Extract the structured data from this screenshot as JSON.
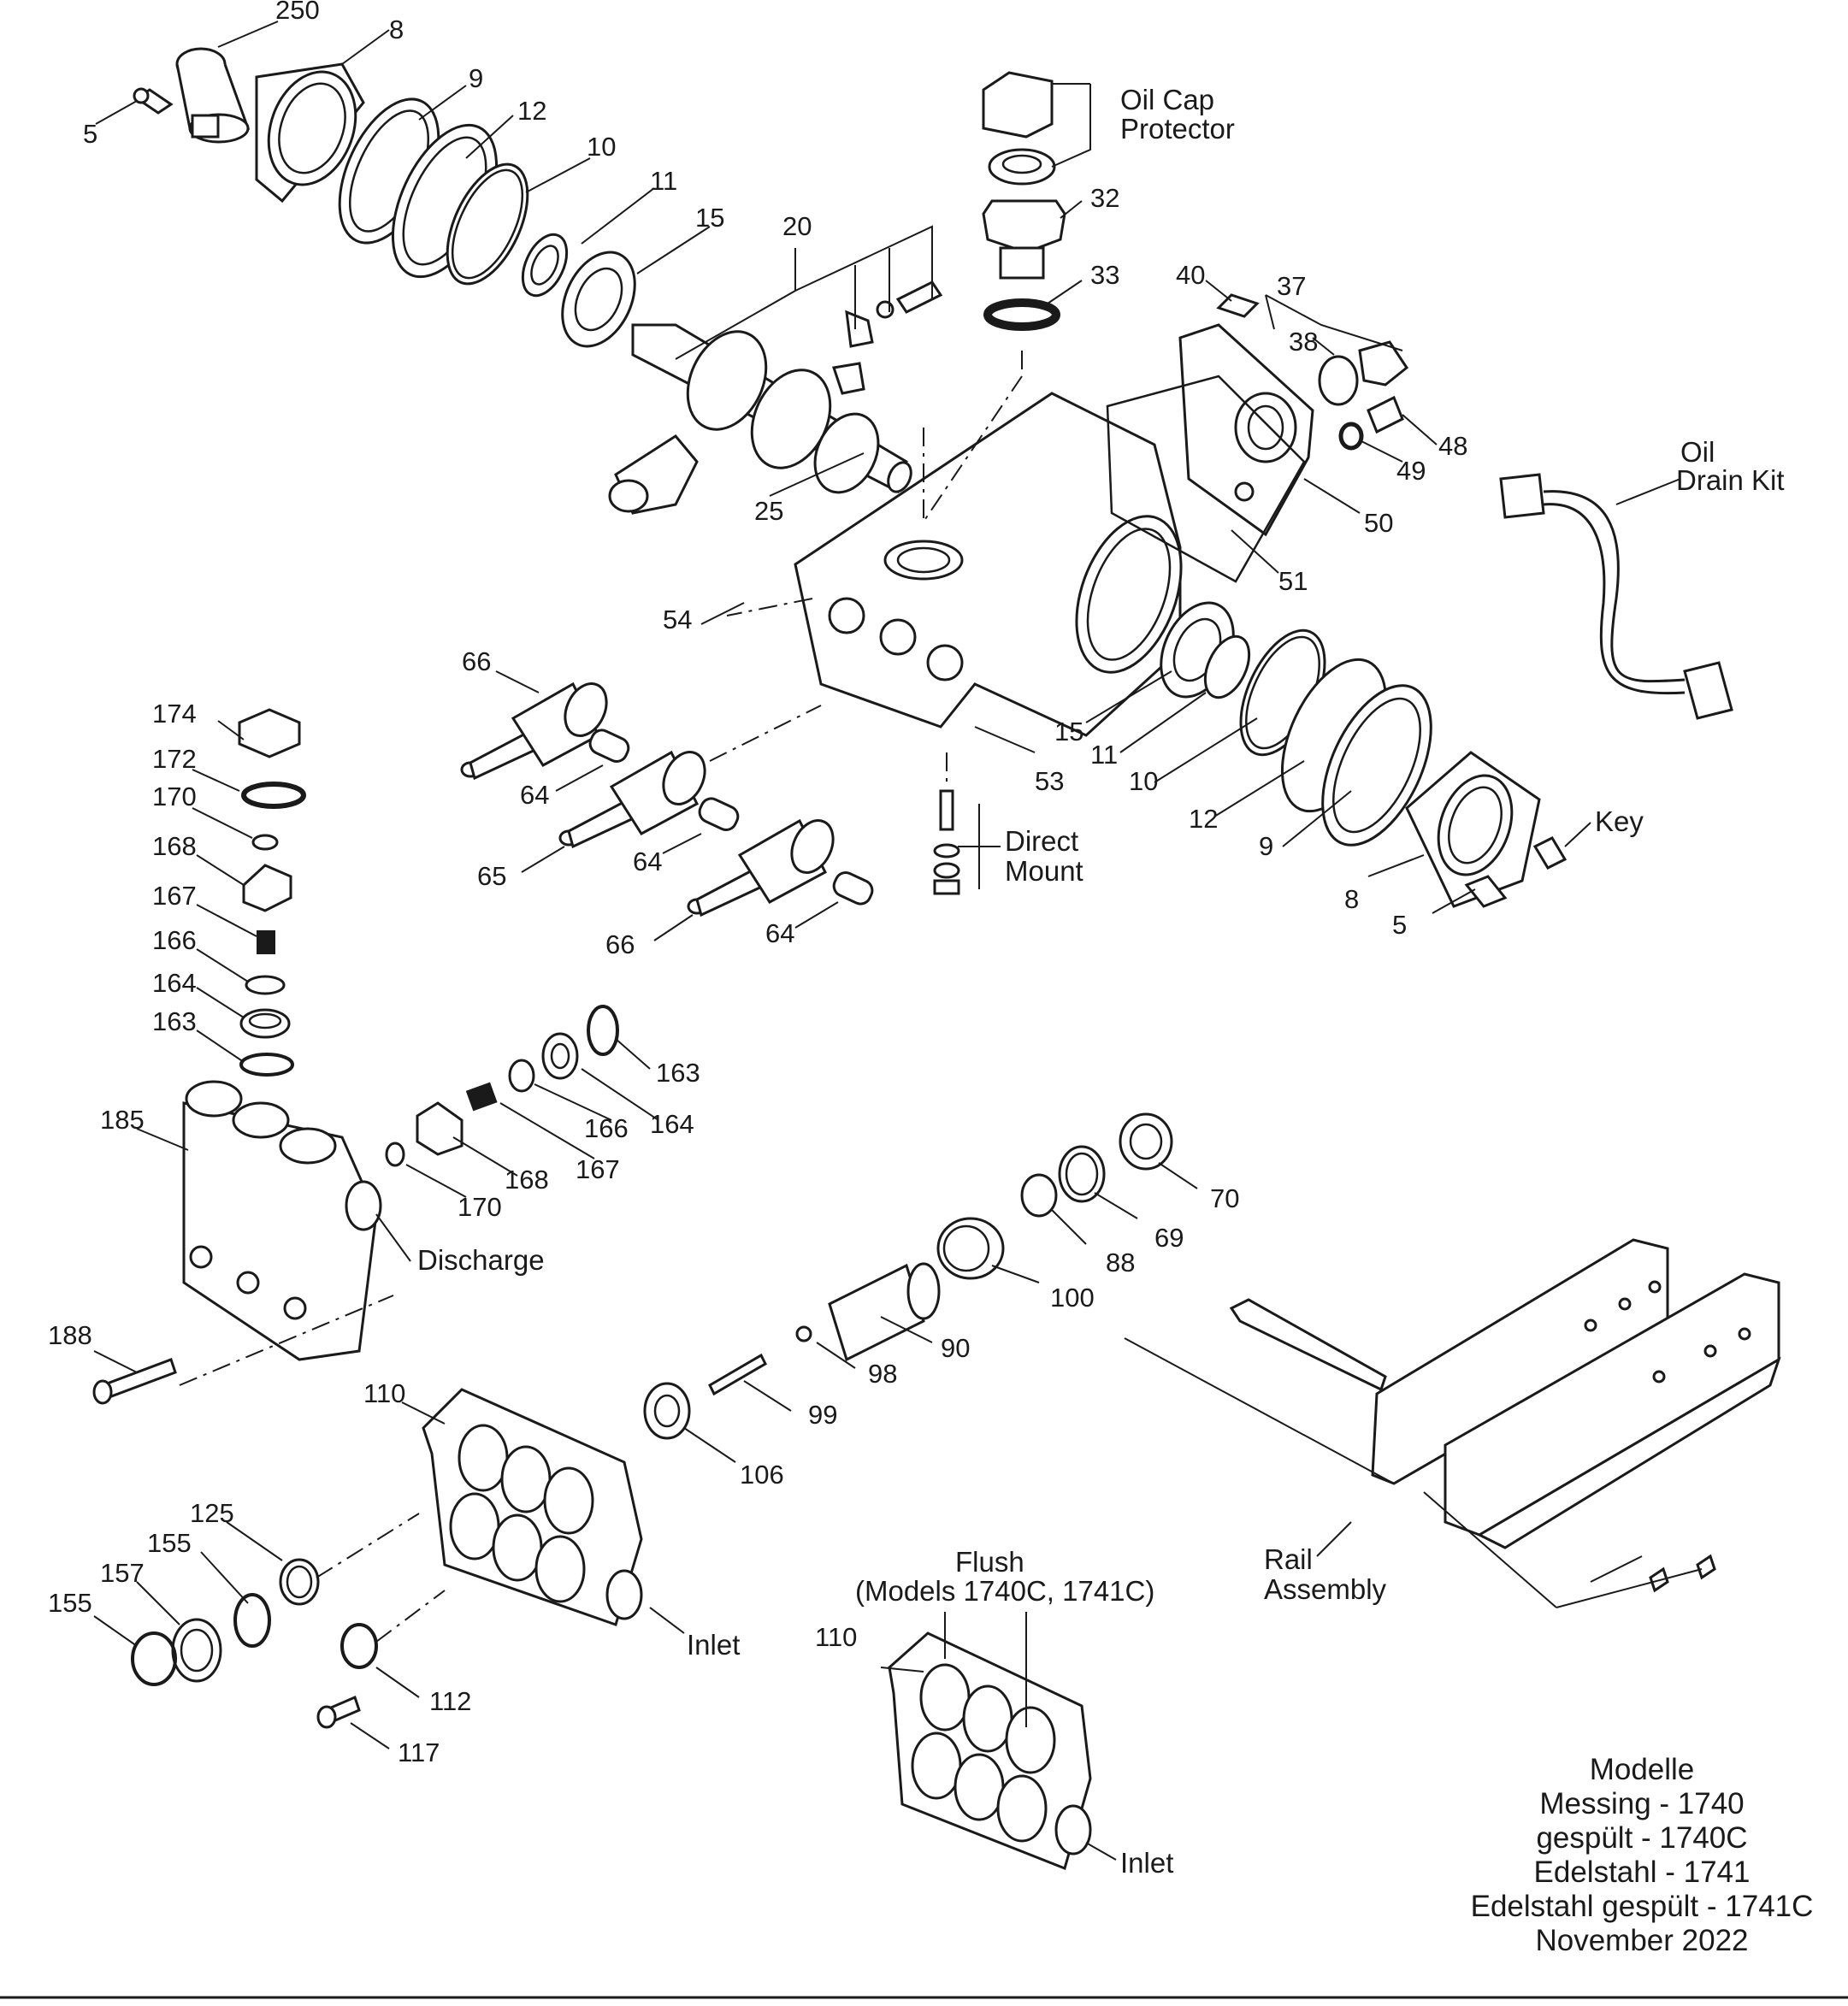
{
  "labels": {
    "p250": "250",
    "p8_top": "8",
    "p5_top": "5",
    "p9_top": "9",
    "p12_top": "12",
    "p10_top": "10",
    "p11_top": "11",
    "p15_top": "15",
    "p20": "20",
    "p25": "25",
    "p32": "32",
    "p33": "33",
    "p40": "40",
    "p37": "37",
    "p38": "38",
    "p48": "48",
    "p49": "49",
    "p50": "50",
    "p51": "51",
    "p54": "54",
    "p53": "53",
    "p15_right": "15",
    "p11_right": "11",
    "p10_right": "10",
    "p12_right": "12",
    "p9_right": "9",
    "p8_right": "8",
    "p5_right": "5",
    "p66_a": "66",
    "p64_a": "64",
    "p65": "65",
    "p64_b": "64",
    "p66_b": "66",
    "p64_c": "64",
    "p174": "174",
    "p172": "172",
    "p170_left": "170",
    "p168_left": "168",
    "p167_left": "167",
    "p166_left": "166",
    "p164_left": "164",
    "p163_left": "163",
    "p163_right": "163",
    "p164_right": "164",
    "p166_right": "166",
    "p167_right": "167",
    "p168_right": "168",
    "p170_right": "170",
    "p185": "185",
    "p188": "188",
    "p110_a": "110",
    "p110_b": "110",
    "p125": "125",
    "p155_a": "155",
    "p157": "157",
    "p155_b": "155",
    "p112": "112",
    "p117": "117",
    "p106": "106",
    "p99": "99",
    "p98": "98",
    "p90": "90",
    "p100": "100",
    "p88": "88",
    "p69": "69",
    "p70": "70"
  },
  "notes": {
    "oil_cap_line1": "Oil Cap",
    "oil_cap_line2": "Protector",
    "oil_drain_line1": "Oil",
    "oil_drain_line2": "Drain Kit",
    "direct_mount_line1": "Direct",
    "direct_mount_line2": "Mount",
    "key": "Key",
    "discharge": "Discharge",
    "inlet_a": "Inlet",
    "inlet_b": "Inlet",
    "flush_line1": "Flush",
    "flush_line2": "(Models 1740C, 1741C)",
    "rail_line1": "Rail",
    "rail_line2": "Assembly"
  },
  "models": {
    "heading": "Modelle",
    "line1": "Messing - 1740",
    "line2": "gespült - 1740C",
    "line3": "Edelstahl - 1741",
    "line4": "Edelstahl gespült - 1741C",
    "date": "November 2022"
  },
  "colors": {
    "ink": "#1a1a1a",
    "paper": "#ffffff"
  }
}
